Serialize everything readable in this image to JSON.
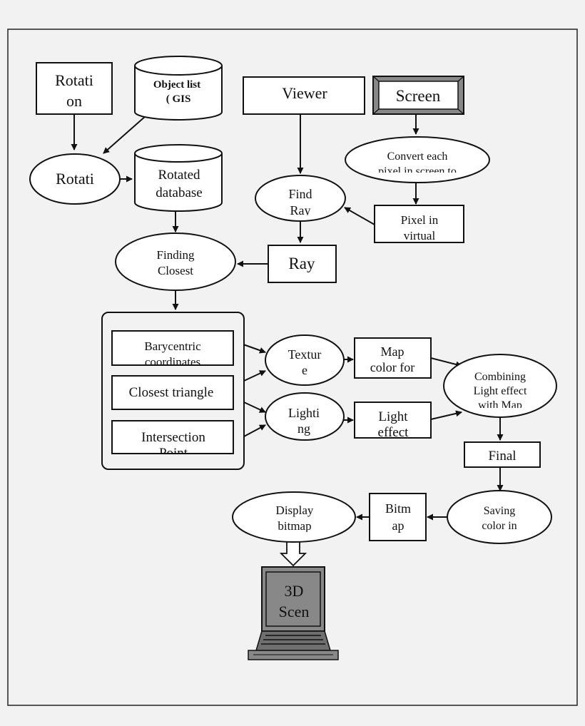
{
  "colors": {
    "page_bg": "#f2f2f2",
    "frame": "#222222",
    "node_fill": "#ffffff",
    "stroke": "#111111",
    "monitor_gray": "#888888",
    "monitor_dark": "#3a3a3a"
  },
  "nodes": {
    "rotation_box": [
      "Rotati",
      "on"
    ],
    "object_list": [
      "Object list",
      "( GIS"
    ],
    "rotation_ellipse": [
      "Rotati"
    ],
    "rotated_database": [
      "Rotated",
      "database"
    ],
    "viewer_box": [
      "Viewer"
    ],
    "screen_box": [
      "Screen"
    ],
    "convert_ellipse": [
      "Convert each",
      "pixel in screen to"
    ],
    "find_ray_ellipse": [
      "Find",
      "Ray"
    ],
    "pixel_virtual_box": [
      "Pixel in",
      "virtual"
    ],
    "finding_closest_ellipse": [
      "Finding",
      "Closest"
    ],
    "ray_box": [
      "Ray"
    ],
    "barycentric_box": [
      "Barycentric",
      "coordinates"
    ],
    "closest_triangle_box": [
      "Closest triangle"
    ],
    "intersection_box": [
      "Intersection",
      "Point"
    ],
    "texture_ellipse": [
      "Textur",
      "e"
    ],
    "lighting_ellipse": [
      "Lighti",
      "ng"
    ],
    "map_color_box": [
      "Map",
      "color for"
    ],
    "light_effect_box": [
      "Light",
      "effect"
    ],
    "combining_ellipse": [
      "Combining",
      "Light effect",
      "with Map"
    ],
    "final_box": [
      "Final"
    ],
    "saving_ellipse": [
      "Saving",
      "color in"
    ],
    "bitmap_box": [
      "Bitm",
      "ap"
    ],
    "display_ellipse": [
      "Display",
      "bitmap"
    ],
    "scene_monitor": [
      "3D",
      "Scen"
    ]
  }
}
